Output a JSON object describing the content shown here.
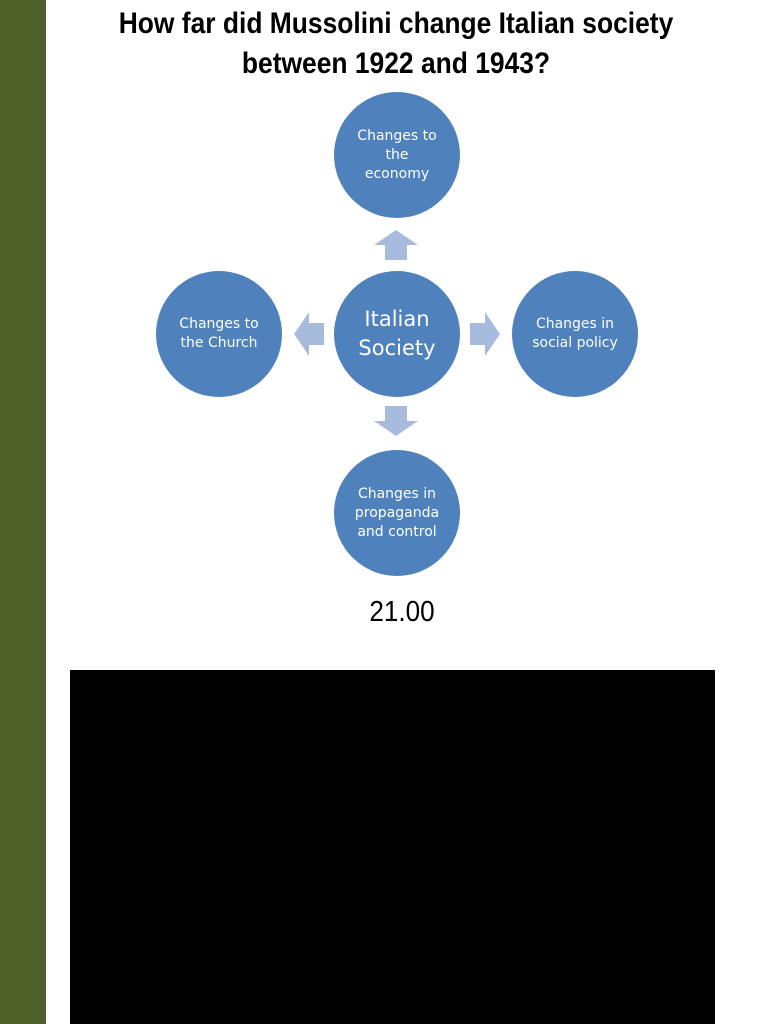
{
  "title": {
    "line1": "How far did Mussolini change Italian society",
    "line2": "between 1922 and 1943?"
  },
  "diagram": {
    "center": {
      "line1": "Italian",
      "line2": "Society"
    },
    "top": {
      "line1": "Changes to",
      "line2": "the",
      "line3": "economy"
    },
    "left": {
      "line1": "Changes to",
      "line2": "the Church"
    },
    "right": {
      "line1": "Changes in",
      "line2": "social policy"
    },
    "bottom": {
      "line1": "Changes in",
      "line2": "propaganda",
      "line3": "and control"
    }
  },
  "time_label": "21.00",
  "colors": {
    "sidebar": "#4f6128",
    "node_fill": "#4f81bd",
    "arrow_fill": "#a7bcdd"
  }
}
